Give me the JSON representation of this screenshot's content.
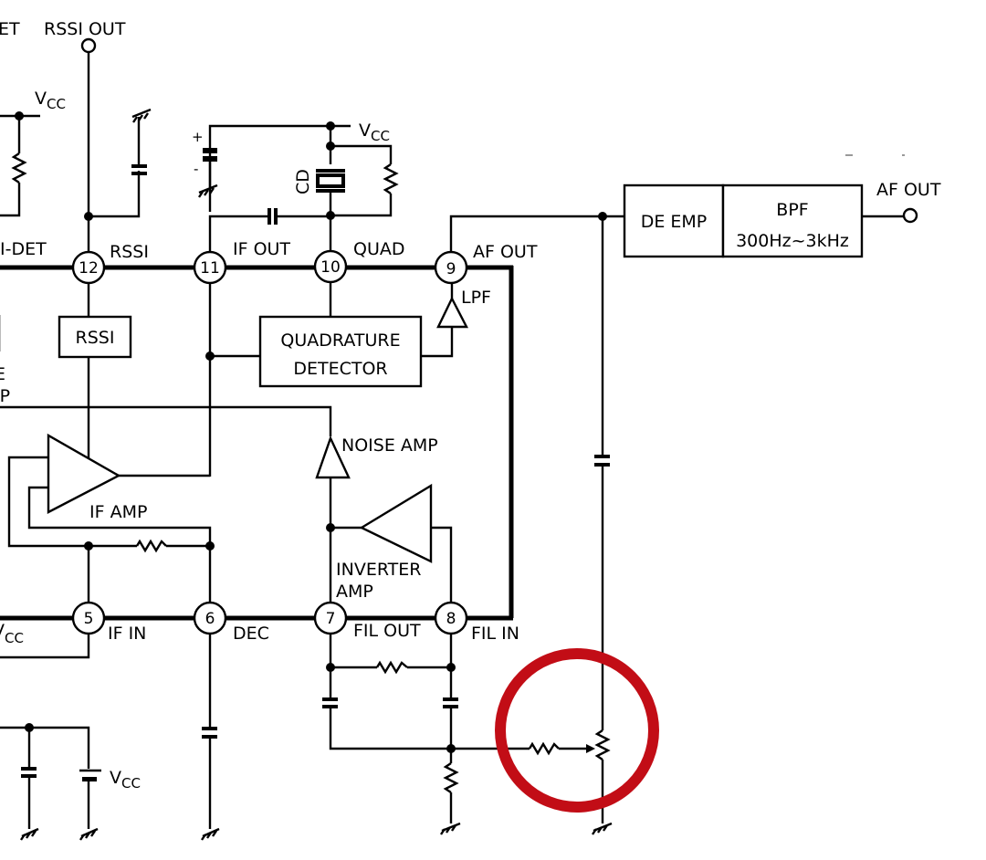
{
  "diagram": {
    "title_fragments": {
      "top_left_partial": "ET",
      "rssi_out": "RSSI OUT",
      "mdet_partial": "I-DET",
      "noise_amp_partial_1": "E",
      "noise_amp_partial_2": "IP"
    },
    "supply": {
      "v": "V",
      "cc": "CC"
    },
    "pins": [
      {
        "num": "12",
        "label": "RSSI"
      },
      {
        "num": "11",
        "label": "IF OUT"
      },
      {
        "num": "10",
        "label": "QUAD"
      },
      {
        "num": "9",
        "label": "AF OUT"
      },
      {
        "num": "5",
        "label": "IF IN"
      },
      {
        "num": "6",
        "label": "DEC"
      },
      {
        "num": "7",
        "label": "FIL OUT"
      },
      {
        "num": "8",
        "label": "FIL IN"
      }
    ],
    "blocks": {
      "rssi": "RSSI",
      "quad_line1": "QUADRATURE",
      "quad_line2": "DETECTOR",
      "de_emp": "DE EMP",
      "bpf_line1": "BPF",
      "bpf_line2": "300Hz~3kHz",
      "lpf": "LPF",
      "noise_amp": "NOISE AMP",
      "if_amp": "IF  AMP",
      "inverter_line1": "INVERTER",
      "inverter_line2": "AMP",
      "cd": "CD",
      "af_out_terminal": "AF OUT",
      "plus": "+",
      "minus": "-"
    },
    "highlight": {
      "target": "variable-resistor-potentiometer",
      "color": "#c20d16"
    }
  }
}
